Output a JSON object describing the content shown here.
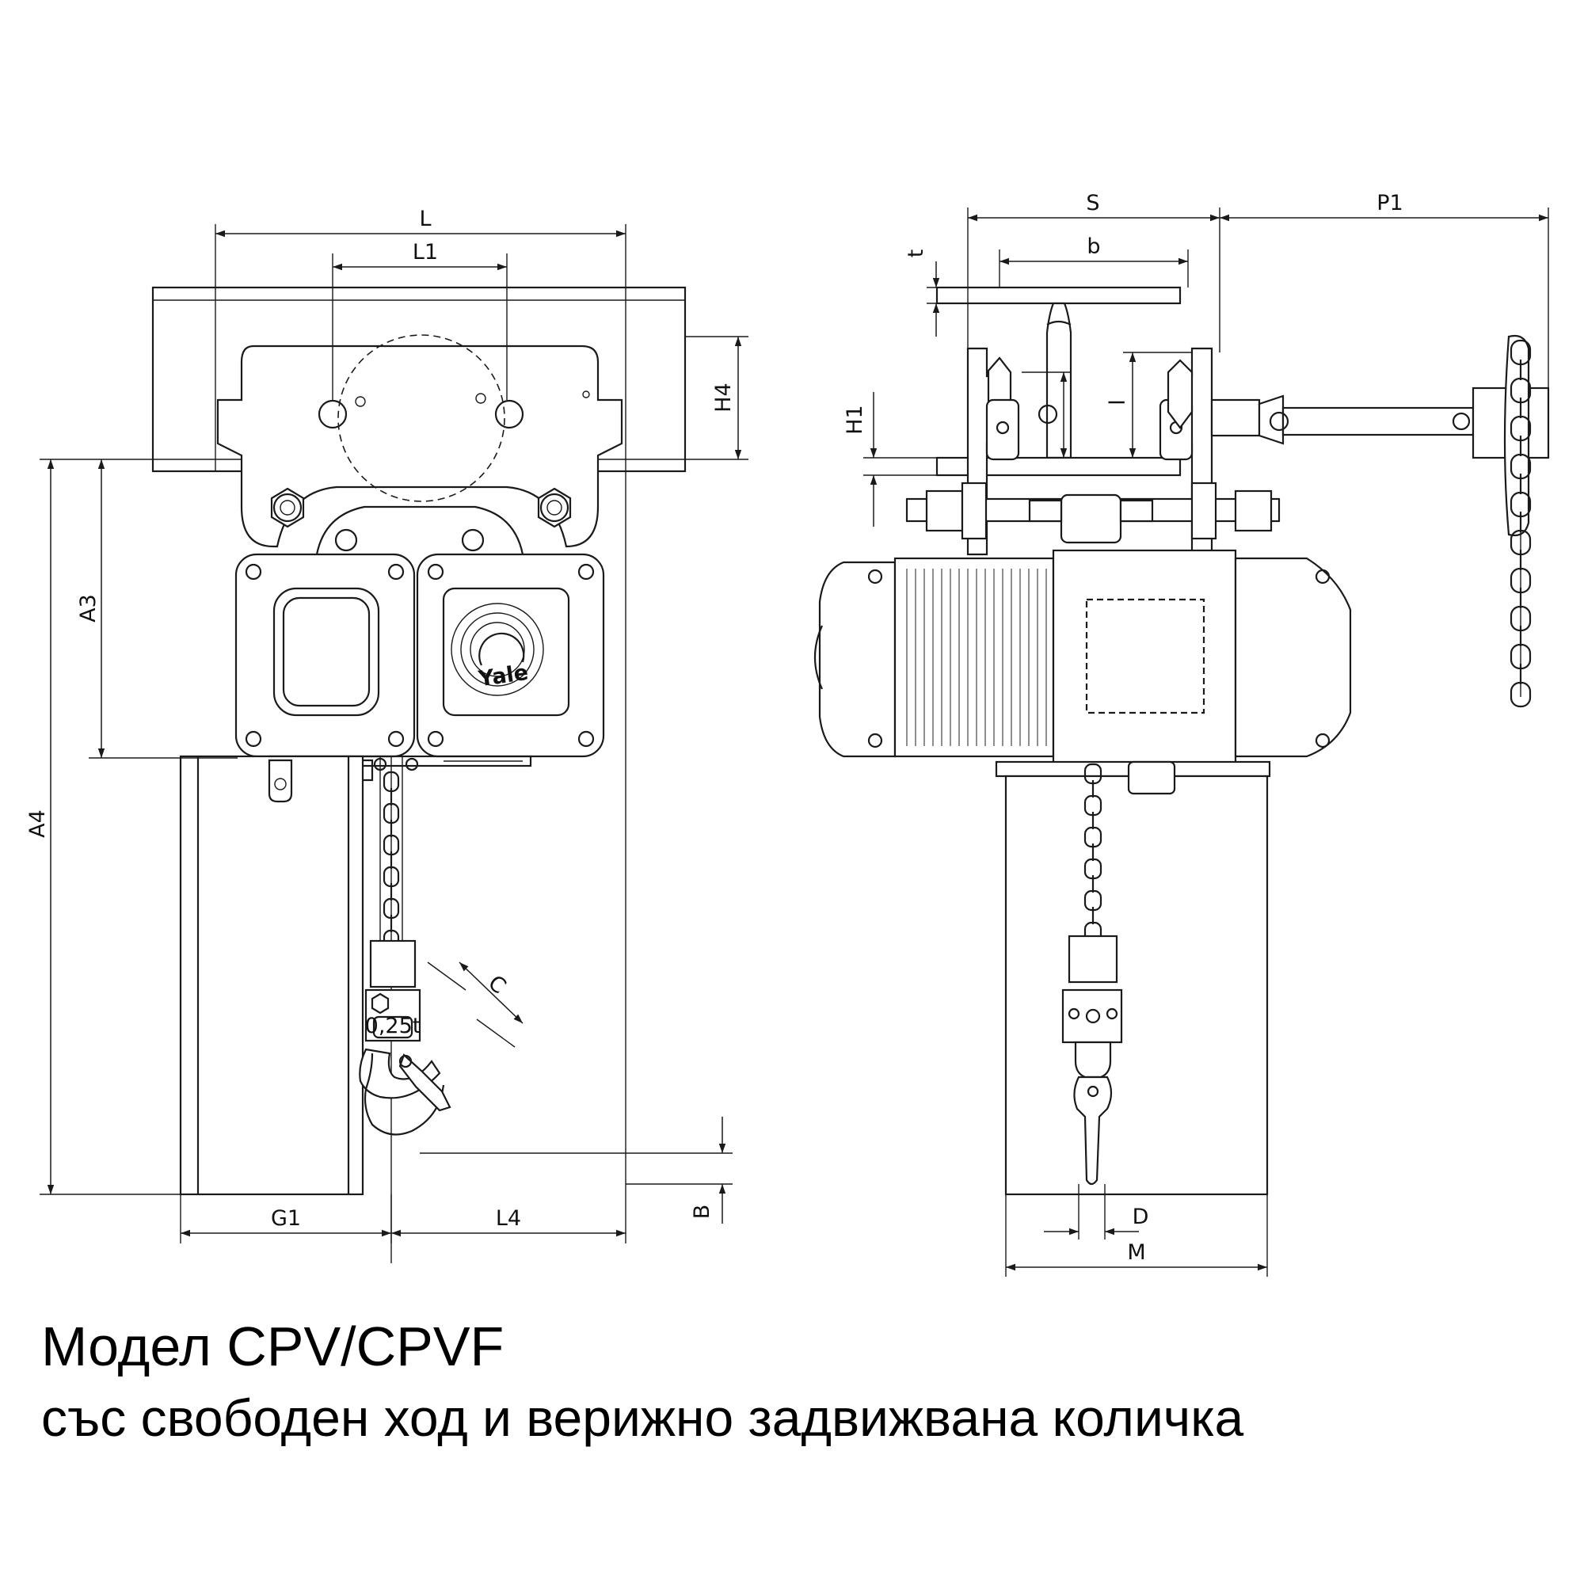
{
  "dimensions": {
    "L": "L",
    "L1": "L1",
    "H4": "H4",
    "A3": "A3",
    "A4": "A4",
    "C": "C",
    "B": "B",
    "G1": "G1",
    "L4": "L4",
    "S": "S",
    "P1": "P1",
    "b": "b",
    "t": "t",
    "H1": "H1",
    "l": "l",
    "D": "D",
    "M": "M"
  },
  "markings": {
    "brand": "Yale",
    "load_tag": "0,25t"
  },
  "caption": {
    "title": "Модел CPV/CPVF",
    "subtitle": "със свободен ход и верижно задвижвана количка"
  }
}
